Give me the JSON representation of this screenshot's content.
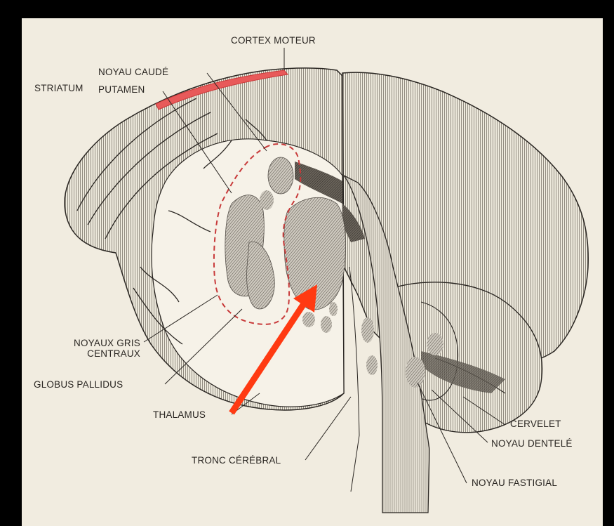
{
  "labels": {
    "cortex_moteur": "CORTEX MOTEUR",
    "striatum": "STRIATUM",
    "noyau_caude": "NOYAU CAUDÉ",
    "putamen": "PUTAMEN",
    "noyaux_gris_line1": "NOYAUX GRIS",
    "noyaux_gris_line2": "CENTRAUX",
    "globus_pallidus": "GLOBUS PALLIDUS",
    "thalamus": "THALAMUS",
    "tronc_cerebral": "TRONC CÉRÉBRAL",
    "cervelet": "CERVELET",
    "noyau_dentele": "NOYAU DENTELÉ",
    "noyau_fastigial": "NOYAU FASTIGIAL"
  },
  "colors": {
    "background": "#000000",
    "paper": "#f1ece0",
    "ink": "#2a2622",
    "motor_cortex_highlight": "#e85a5a",
    "basal_ganglia_outline": "#c83a3a",
    "arrow": "#ff3a12"
  }
}
